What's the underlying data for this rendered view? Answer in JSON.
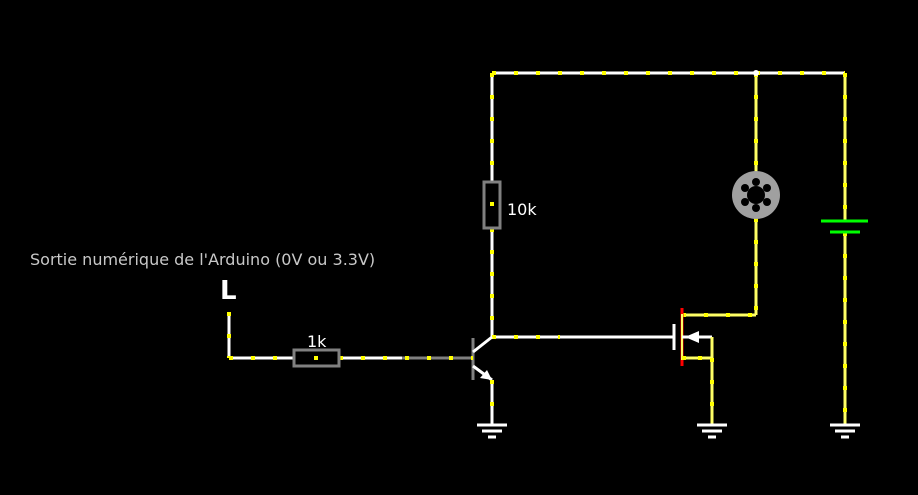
{
  "caption": "Sortie numérique de l'Arduino (0V ou 3.3V)",
  "resistor_input_label": "1k",
  "resistor_pullup_label": "10k",
  "logic_input_state": "L",
  "colors": {
    "background": "#000000",
    "wire": "#ffffff",
    "current_dots": "#ffff00",
    "powered_wire": "#ffff66",
    "battery_plate": "#00ff00",
    "mosfet_gate_edge": "#ff0000",
    "component_outline": "#808080",
    "lamp_body": "#a0a0a0"
  },
  "icons": [
    "npn-transistor-icon",
    "n-mosfet-icon",
    "lamp-icon",
    "battery-icon",
    "ground-icon",
    "resistor-icon"
  ]
}
